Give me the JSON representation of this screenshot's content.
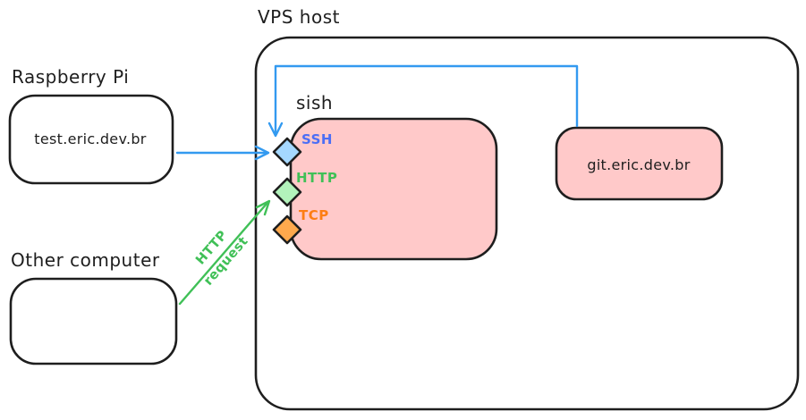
{
  "labels": {
    "vps_host": "VPS host",
    "raspberry_pi": "Raspberry Pi",
    "other_computer": "Other computer",
    "sish": "sish"
  },
  "nodes": {
    "raspberry_pi_box_text": "test.eric.dev.br",
    "git_box_text": "git.eric.dev.br"
  },
  "ports": [
    {
      "name": "SSH",
      "label_color": "#4c6ef5",
      "diamond_fill": "#a5d8ff"
    },
    {
      "name": "HTTP",
      "label_color": "#40c057",
      "diamond_fill": "#b2f2bb"
    },
    {
      "name": "TCP",
      "label_color": "#fd7e14",
      "diamond_fill": "#ffa94d"
    }
  ],
  "edges": {
    "http_request_line1": "HTTP",
    "http_request_line2": "request"
  },
  "colors": {
    "outline": "#1e1e1e",
    "pink_fill": "#ffc9c9",
    "arrow_blue": "#339af0",
    "arrow_green": "#40c057",
    "background": "#ffffff"
  }
}
